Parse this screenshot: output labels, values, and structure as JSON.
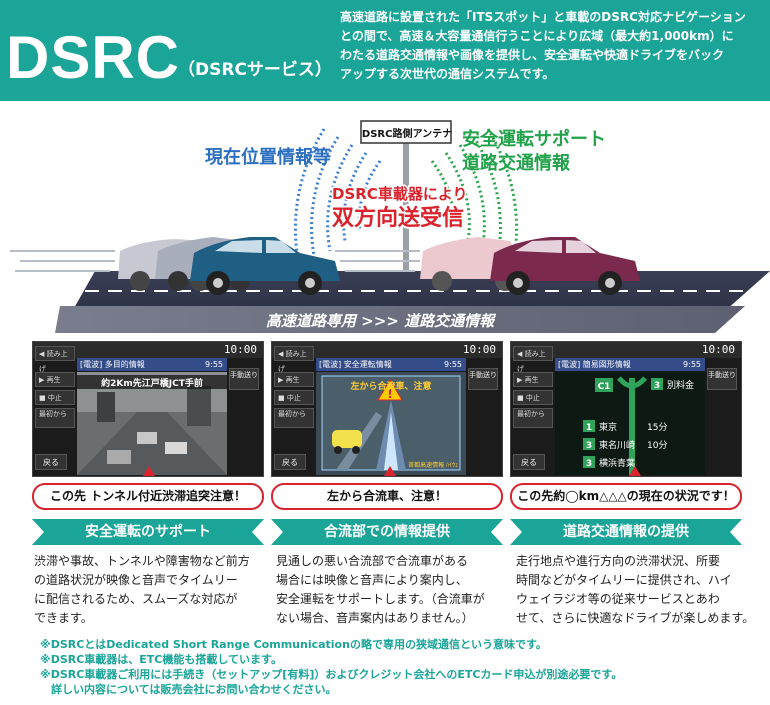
{
  "header": {
    "logo": "DSRC",
    "logo_sub": "（DSRCサービス）",
    "intro": [
      "高速道路に設置された「ITSスポット」と車載のDSRC対応ナビゲーション",
      "との間で、高速＆大容量通信行うことにより広域（最大約1,000km）に",
      "わたる道路交通情報や画像を提供し、安全運転や快適ドライブをバック",
      "アップする次世代の通信システムです。"
    ]
  },
  "hero": {
    "antenna_sign": "DSRC路側アンテナ",
    "left_label": "現在位置情報等",
    "right_label_1": "安全運転サポート",
    "right_label_2": "道路交通情報",
    "center_label_1": "DSRC車載器により",
    "center_label_2": "双方向送受信",
    "road_label": "高速道路専用 >>> 道路交通情報",
    "colors": {
      "teal": "#1aa598",
      "green": "#22a24a",
      "blue": "#2b6fc0",
      "red": "#d9232d"
    }
  },
  "panels": [
    {
      "clock": "10:00",
      "read": "◀ 読み上げ",
      "tag": "[電波] 多目的情報",
      "time": "9:55",
      "play": "▶ 再生",
      "stop": "■ 中止",
      "rewind": "最初から",
      "manual": "手動送り",
      "back": "戻る",
      "screen_text": "約2Km先江戸橋JCT手前"
    },
    {
      "clock": "10:00",
      "read": "◀ 読み上げ",
      "tag": "[電波] 安全運転情報",
      "time": "9:55",
      "play": "▶ 再生",
      "stop": "■ 中止",
      "rewind": "最初から",
      "manual": "手動送り",
      "back": "戻る",
      "screen_text": "左から合流車、注意",
      "screen_footer": "首都高速情報 ﾊｲｳｪ"
    },
    {
      "clock": "10:00",
      "read": "◀ 読み上げ",
      "tag": "[電波] 簡易図形情報",
      "time": "9:55",
      "play": "▶ 再生",
      "stop": "■ 中止",
      "rewind": "最初から",
      "manual": "手動送り",
      "back": "戻る",
      "route": "C1",
      "route2": "3",
      "exit": "別料金",
      "rows": [
        {
          "num": "1",
          "name": "東京",
          "min": "15分"
        },
        {
          "num": "3",
          "name": "東名川崎",
          "min": "10分"
        },
        {
          "num": "3",
          "name": "横浜青葉",
          "min": ""
        }
      ]
    }
  ],
  "callouts": [
    "この先 トンネル付近渋滞追突注意！",
    "左から合流車、注意！",
    "この先約◯km△△△の現在の状況です！"
  ],
  "sections": [
    {
      "title": "安全運転のサポート",
      "lines": [
        "渋滞や事故、トンネルや障害物など前方",
        "の道路状況が映像と音声でタイムリー",
        "に配信されるため、スムーズな対応が",
        "できます。"
      ]
    },
    {
      "title": "合流部での情報提供",
      "lines": [
        "見通しの悪い合流部で合流車がある",
        "場合には映像と音声により案内し、",
        "安全運転をサポートします。（合流車が",
        "ない場合、音声案内はありません。）"
      ]
    },
    {
      "title": "道路交通情報の提供",
      "lines": [
        "走行地点や進行方向の渋滞状況、所要",
        "時間などがタイムリーに提供され、ハイ",
        "ウェイラジオ等の従来サービスとあわ",
        "せて、さらに快適なドライブが楽しめます。"
      ]
    }
  ],
  "notes": [
    "※DSRCとはDedicated Short Range Communicationの略で専用の狭域通信という意味です。",
    "※DSRC車載器は、ETC機能も搭載しています。",
    "※DSRC車載器ご利用には手続き（セットアップ[有料]）およびクレジット会社へのETCカード申込が別途必要です。",
    "　詳しい内容については販売会社にお問い合わせください。"
  ]
}
